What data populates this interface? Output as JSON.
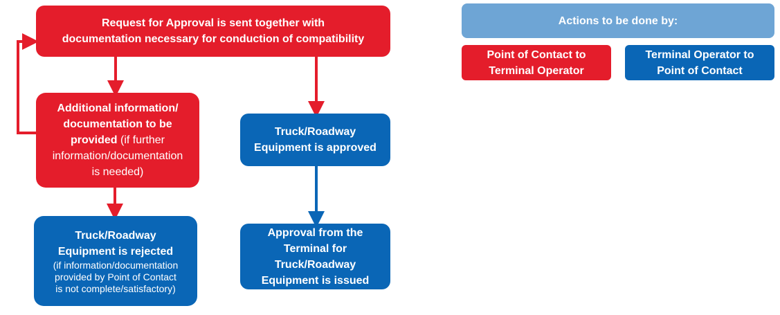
{
  "colors": {
    "red": "#e41d2b",
    "blue": "#0a66b6",
    "legend_header": "#6ea5d5"
  },
  "nodes": {
    "request": {
      "line1": "Request for Approval is sent together with",
      "line2": "documentation necessary for conduction of compatibility"
    },
    "additional": {
      "line1": "Additional information/",
      "line2": "documentation to be",
      "line3_bold": "provided",
      "line3_rest": " (if further",
      "line4": "information/documentation",
      "line5": "is needed)"
    },
    "rejected": {
      "line1": "Truck/Roadway",
      "line2": "Equipment is rejected",
      "note1": "(if information/documentation",
      "note2": "provided by Point of Contact",
      "note3": "is not complete/satisfactory)"
    },
    "approved": {
      "line1": "Truck/Roadway",
      "line2": "Equipment is approved"
    },
    "issued": {
      "line1": "Approval from the",
      "line2": "Terminal for",
      "line3": "Truck/Roadway",
      "line4": "Equipment is issued"
    }
  },
  "legend": {
    "title": "Actions to be done by:",
    "red_line1": "Point of Contact to",
    "red_line2": "Terminal Operator",
    "blue_line1": "Terminal Operator to",
    "blue_line2": "Point of Contact"
  }
}
